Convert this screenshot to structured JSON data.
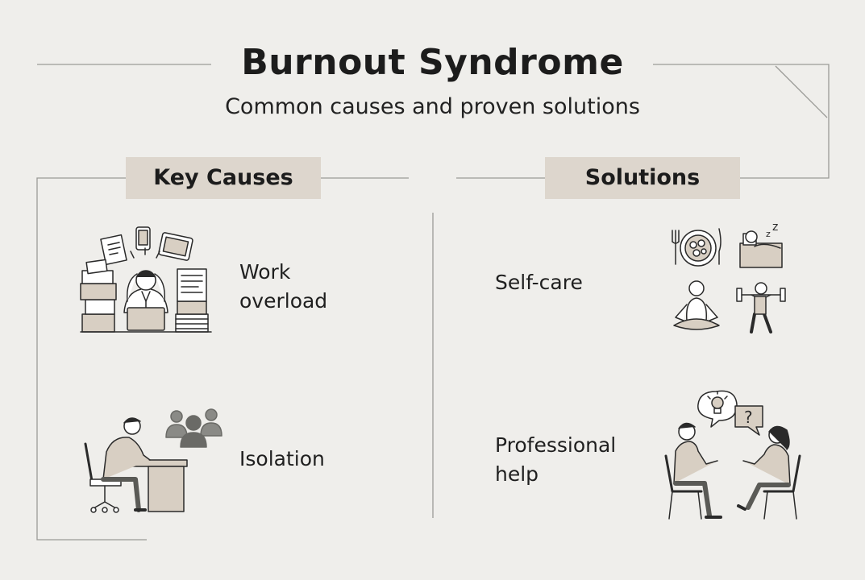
{
  "header": {
    "title": "Burnout Syndrome",
    "subtitle": "Common causes and proven solutions"
  },
  "causes": {
    "heading": "Key Causes",
    "items": [
      {
        "label_line1": "Work",
        "label_line2": "overload",
        "icon": "stressed-worker-icon"
      },
      {
        "label_line1": "Isolation",
        "label_line2": "",
        "icon": "isolated-worker-icon"
      }
    ]
  },
  "solutions": {
    "heading": "Solutions",
    "items": [
      {
        "label_line1": "Self-care",
        "label_line2": "",
        "icon": "self-care-icons"
      },
      {
        "label_line1": "Professional",
        "label_line2": "help",
        "icon": "therapy-session-icon"
      }
    ]
  },
  "colors": {
    "background": "#efeeeb",
    "heading_fill": "#ddd6cd",
    "line": "#9a9a96",
    "icon_fill": "#d8cfc3",
    "icon_stroke": "#2a2a2a"
  }
}
